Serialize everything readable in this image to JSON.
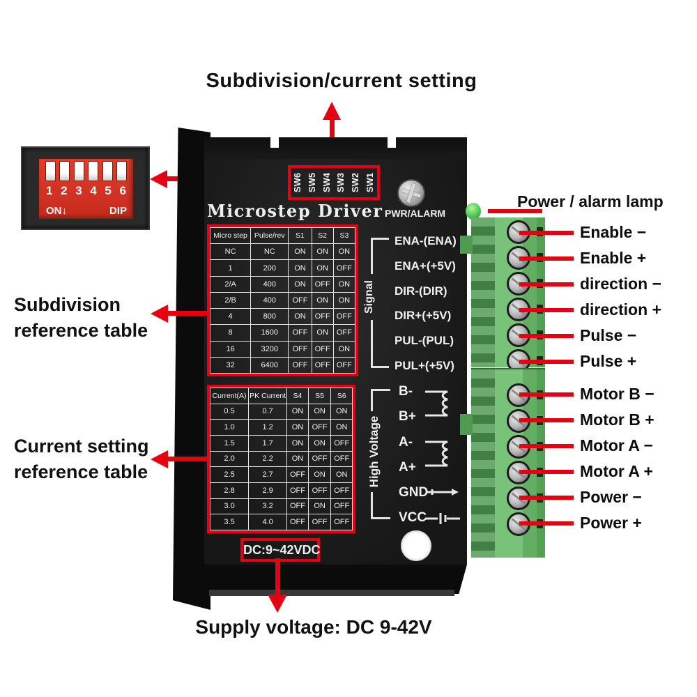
{
  "annotations": {
    "top_label": "Subdivision/current setting",
    "subdivision_ref": [
      "Subdivision",
      "reference table"
    ],
    "current_ref": [
      "Current setting",
      "reference table"
    ],
    "supply_label": "Supply voltage: DC 9-42V",
    "power_alarm_label": "Power / alarm lamp"
  },
  "dip_switch": {
    "numbers": [
      "1",
      "2",
      "3",
      "4",
      "5",
      "6"
    ],
    "on_label": "ON",
    "on_arrow_icon": "↓",
    "dip_label": "DIP"
  },
  "device": {
    "title": "Microstep Driver",
    "pwr_alarm": "PWR/ALARM",
    "sw_labels": [
      "SW6",
      "SW5",
      "SW4",
      "SW3",
      "SW2",
      "SW1"
    ],
    "signal_group": "Signal",
    "signal_pins": [
      "ENA-(ENA)",
      "ENA+(+5V)",
      "DIR-(DIR)",
      "DIR+(+5V)",
      "PUL-(PUL)",
      "PUL+(+5V)"
    ],
    "hv_group": "High Voltage",
    "hv_pins": [
      "B-",
      "B+",
      "A-",
      "A+",
      "GND",
      "VCC"
    ],
    "dc_label": "DC:9~42VDC"
  },
  "subdivision_table": {
    "headers": [
      "Micro step",
      "Pulse/rev",
      "S1",
      "S2",
      "S3"
    ],
    "rows": [
      [
        "NC",
        "NC",
        "ON",
        "ON",
        "ON"
      ],
      [
        "1",
        "200",
        "ON",
        "ON",
        "OFF"
      ],
      [
        "2/A",
        "400",
        "ON",
        "OFF",
        "ON"
      ],
      [
        "2/B",
        "400",
        "OFF",
        "ON",
        "ON"
      ],
      [
        "4",
        "800",
        "ON",
        "OFF",
        "OFF"
      ],
      [
        "8",
        "1600",
        "OFF",
        "ON",
        "OFF"
      ],
      [
        "16",
        "3200",
        "OFF",
        "OFF",
        "ON"
      ],
      [
        "32",
        "6400",
        "OFF",
        "OFF",
        "OFF"
      ]
    ]
  },
  "current_table": {
    "headers": [
      "Current(A)",
      "PK Current",
      "S4",
      "S5",
      "S6"
    ],
    "rows": [
      [
        "0.5",
        "0.7",
        "ON",
        "ON",
        "ON"
      ],
      [
        "1.0",
        "1.2",
        "ON",
        "OFF",
        "ON"
      ],
      [
        "1.5",
        "1.7",
        "ON",
        "ON",
        "OFF"
      ],
      [
        "2.0",
        "2.2",
        "ON",
        "OFF",
        "OFF"
      ],
      [
        "2.5",
        "2.7",
        "OFF",
        "ON",
        "ON"
      ],
      [
        "2.8",
        "2.9",
        "OFF",
        "OFF",
        "OFF"
      ],
      [
        "3.0",
        "3.2",
        "OFF",
        "ON",
        "OFF"
      ],
      [
        "3.5",
        "4.0",
        "OFF",
        "OFF",
        "OFF"
      ]
    ]
  },
  "terminals": {
    "signal_labels": [
      "Enable −",
      "Enable +",
      "direction −",
      "direction +",
      "Pulse −",
      "Pulse +"
    ],
    "power_labels": [
      "Motor B −",
      "Motor B +",
      "Motor A −",
      "Motor A +",
      "Power −",
      "Power +"
    ]
  },
  "colors": {
    "accent_red": "#e50012",
    "device_black": "#1a1a1a",
    "terminal_green": "#5aa85a",
    "dip_red": "#d93a2b",
    "led_green": "#49c94f"
  }
}
